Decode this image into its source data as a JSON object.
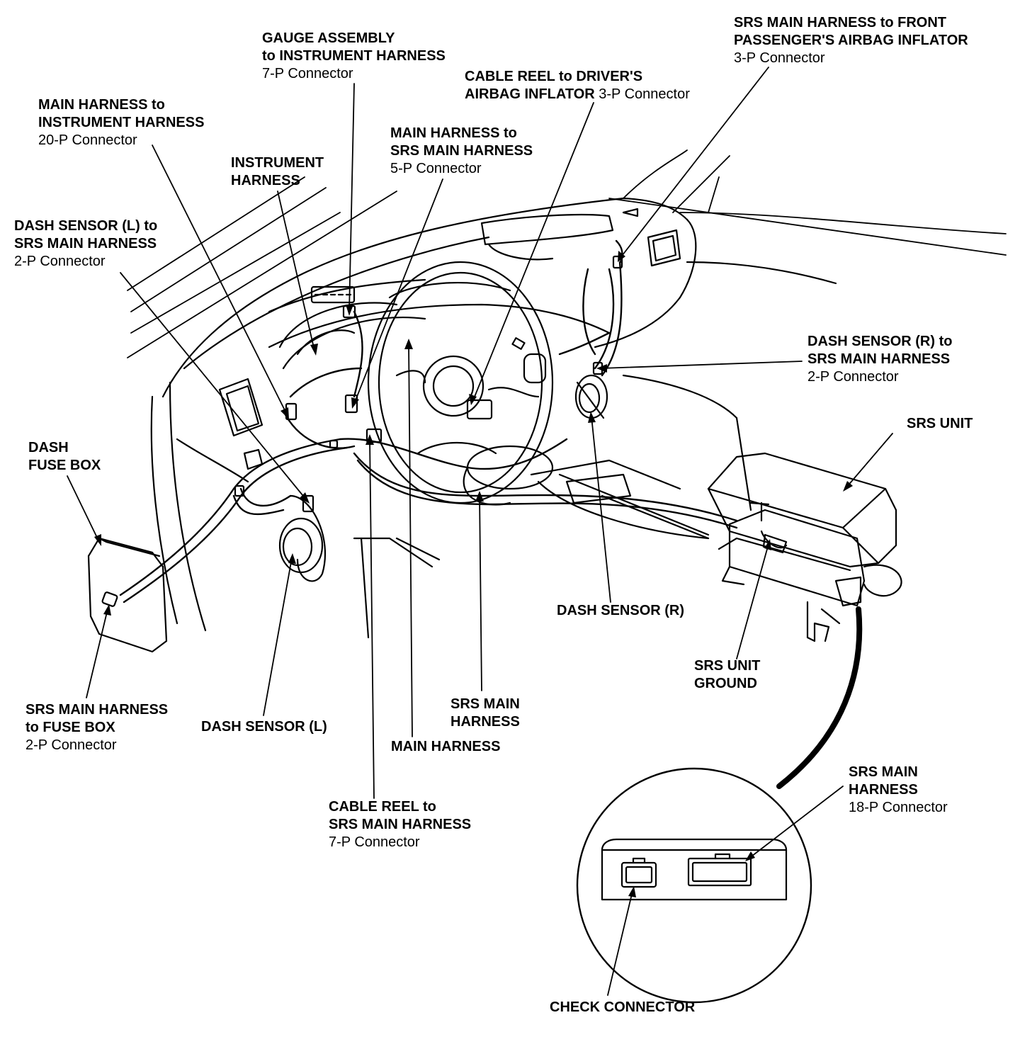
{
  "labels": {
    "gauge_assembly": {
      "l1": "GAUGE ASSEMBLY",
      "l2": "to INSTRUMENT HARNESS",
      "l3": "7-P Connector"
    },
    "front_passenger": {
      "l1": "SRS MAIN HARNESS to FRONT",
      "l2": "PASSENGER'S AIRBAG INFLATOR",
      "l3": "3-P Connector"
    },
    "cable_reel_driver": {
      "l1": "CABLE REEL to DRIVER'S",
      "l2": "AIRBAG INFLATOR",
      "l2_suffix": "3-P Connector"
    },
    "main_to_instrument": {
      "l1": "MAIN HARNESS to",
      "l2": "INSTRUMENT HARNESS",
      "l3": "20-P Connector"
    },
    "main_to_srs": {
      "l1": "MAIN HARNESS to",
      "l2": "SRS MAIN HARNESS",
      "l3": "5-P Connector"
    },
    "instrument_harness": {
      "l1": "INSTRUMENT",
      "l2": "HARNESS"
    },
    "dash_sensor_l_conn": {
      "l1": "DASH SENSOR (L) to",
      "l2": "SRS MAIN HARNESS",
      "l3": "2-P Connector"
    },
    "dash_sensor_r_conn": {
      "l1": "DASH SENSOR (R) to",
      "l2": "SRS MAIN HARNESS",
      "l3": "2-P Connector"
    },
    "srs_unit": {
      "l1": "SRS UNIT"
    },
    "dash_fuse_box": {
      "l1": "DASH",
      "l2": "FUSE BOX"
    },
    "dash_sensor_r": {
      "l1": "DASH SENSOR (R)"
    },
    "srs_unit_ground": {
      "l1": "SRS UNIT",
      "l2": "GROUND"
    },
    "srs_to_fuse": {
      "l1": "SRS MAIN HARNESS",
      "l2": "to FUSE BOX",
      "l3": "2-P Connector"
    },
    "dash_sensor_l": {
      "l1": "DASH SENSOR (L)"
    },
    "srs_main_harness": {
      "l1": "SRS MAIN",
      "l2": "HARNESS"
    },
    "main_harness": {
      "l1": "MAIN HARNESS"
    },
    "srs_18p": {
      "l1": "SRS MAIN",
      "l2": "HARNESS",
      "l3": "18-P Connector"
    },
    "cable_reel_srs": {
      "l1": "CABLE REEL to",
      "l2": "SRS MAIN HARNESS",
      "l3": "7-P Connector"
    },
    "check_connector": {
      "l1": "CHECK CONNECTOR"
    }
  }
}
